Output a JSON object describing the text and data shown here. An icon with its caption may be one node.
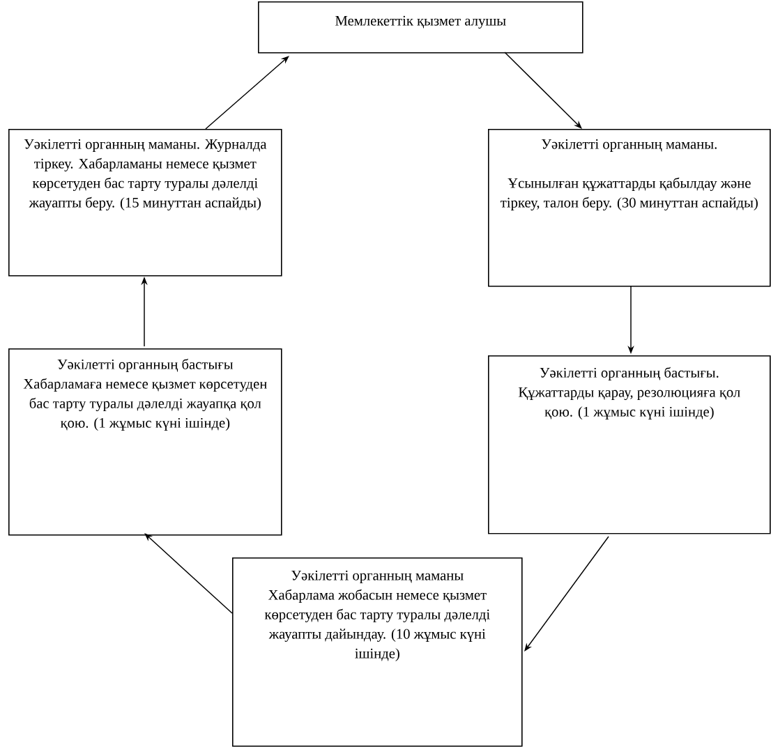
{
  "diagram": {
    "nodes": [
      {
        "text": [
          "Мемлекеттік қызмет алушы"
        ]
      },
      {
        "text": [
          "Уәкілетті органның маманы.",
          "Ұсынылған құжаттарды қабылдау және тіркеу, талон беру. (30 минуттан аспайды)"
        ]
      },
      {
        "text": [
          "Уәкілетті органның бастығы. Құжаттарды қарау, резолюцияға қол қою. (1 жұмыс күні ішінде)"
        ]
      },
      {
        "text": [
          "Уәкілетті органның маманы Хабарлама жобасын немесе қызмет көрсетуден бас тарту туралы дәлелді жауапты дайындау. (10 жұмыс күні ішінде)"
        ]
      },
      {
        "text": [
          "Уәкілетті органның бастығы Хабарламаға немесе қызмет көрсетуден бас тарту туралы дәлелді жауапқа қол қою. (1 жұмыс күні ішінде)"
        ]
      },
      {
        "text": [
          "Уәкілетті органның маманы. Журналда тіркеу. Хабарламаны немесе қызмет көрсетуден бас тарту туралы дәлелді жауапты беру. (15 минуттан аспайды)"
        ]
      }
    ],
    "edges": [
      {
        "from": 0,
        "to": 1,
        "arrow": "to"
      },
      {
        "from": 1,
        "to": 2,
        "arrow": "to"
      },
      {
        "from": 2,
        "to": 3,
        "arrow": "to"
      },
      {
        "from": 3,
        "to": 4,
        "arrow": "to"
      },
      {
        "from": 4,
        "to": 5,
        "arrow": "to"
      },
      {
        "from": 5,
        "to": 0,
        "arrow": "to"
      }
    ]
  }
}
